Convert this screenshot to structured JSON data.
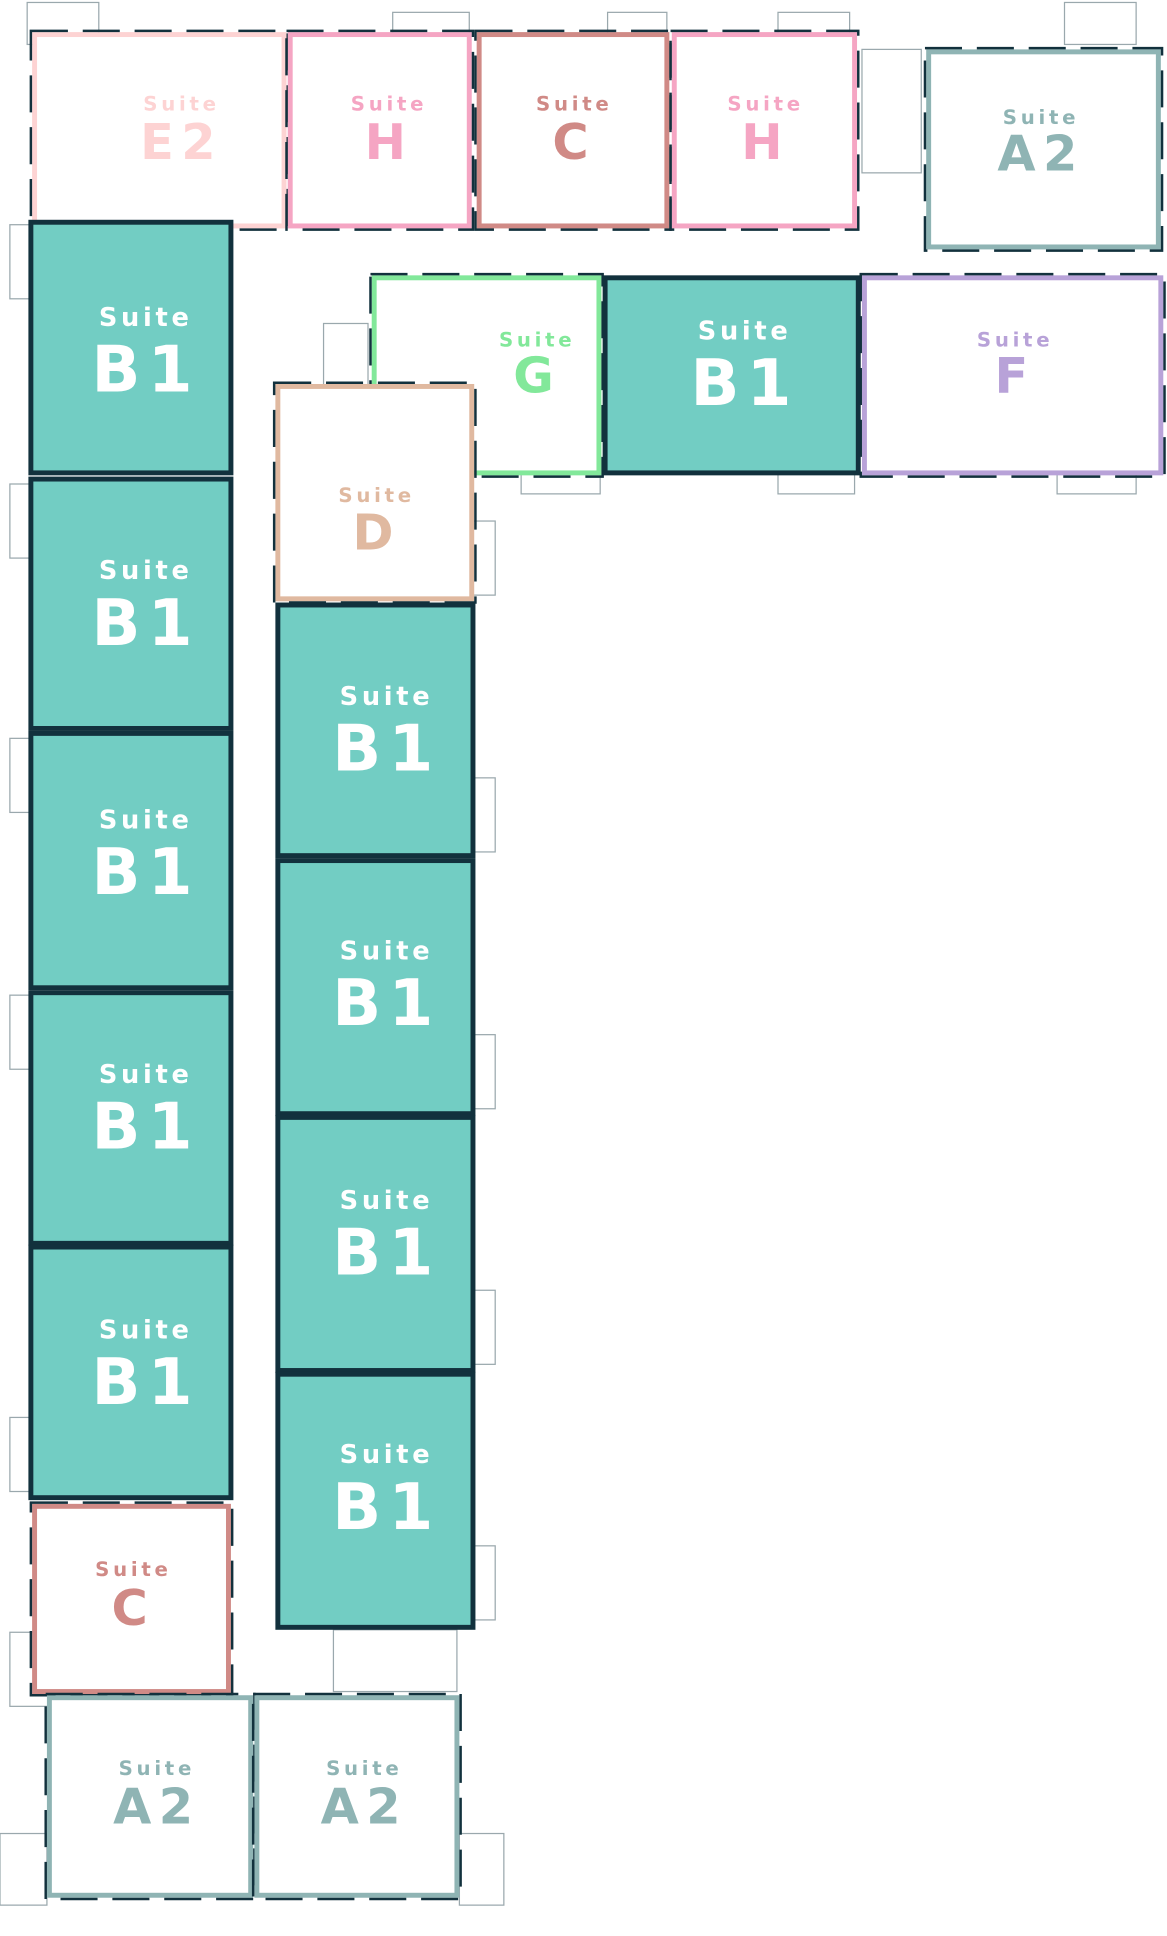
{
  "colors": {
    "wall": "#12313d",
    "B1": "#72cdc3",
    "E2": "#fdd3d3",
    "H": "#f5a5c3",
    "C": "#d08a86",
    "G": "#82e89a",
    "D": "#e0b9a0",
    "F": "#b8a2d8",
    "A2": "#8fb4b4"
  },
  "suites": [
    {
      "word": "Suite",
      "code": "E2",
      "type": "E2"
    },
    {
      "word": "Suite",
      "code": "H",
      "type": "H"
    },
    {
      "word": "Suite",
      "code": "C",
      "type": "C"
    },
    {
      "word": "Suite",
      "code": "H",
      "type": "H"
    },
    {
      "word": "Suite",
      "code": "A2",
      "type": "A2"
    },
    {
      "word": "Suite",
      "code": "B1",
      "type": "B1"
    },
    {
      "word": "Suite",
      "code": "B1",
      "type": "B1"
    },
    {
      "word": "Suite",
      "code": "B1",
      "type": "B1"
    },
    {
      "word": "Suite",
      "code": "B1",
      "type": "B1"
    },
    {
      "word": "Suite",
      "code": "B1",
      "type": "B1"
    },
    {
      "word": "Suite",
      "code": "C",
      "type": "C"
    },
    {
      "word": "Suite",
      "code": "A2",
      "type": "A2"
    },
    {
      "word": "Suite",
      "code": "A2",
      "type": "A2"
    },
    {
      "word": "Suite",
      "code": "G",
      "type": "G"
    },
    {
      "word": "Suite",
      "code": "B1",
      "type": "B1"
    },
    {
      "word": "Suite",
      "code": "F",
      "type": "F"
    },
    {
      "word": "Suite",
      "code": "D",
      "type": "D"
    },
    {
      "word": "Suite",
      "code": "B1",
      "type": "B1"
    },
    {
      "word": "Suite",
      "code": "B1",
      "type": "B1"
    },
    {
      "word": "Suite",
      "code": "B1",
      "type": "B1"
    },
    {
      "word": "Suite",
      "code": "B1",
      "type": "B1"
    }
  ]
}
